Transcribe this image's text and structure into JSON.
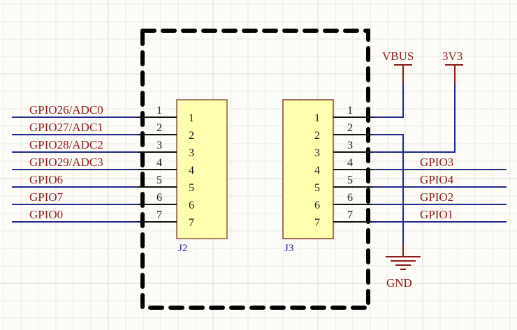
{
  "colors": {
    "background": "#fdfcf8",
    "grid_minor": "#ece9e2",
    "grid_major": "#dcd8d0",
    "wire": "#1f2a8a",
    "pin_line": "#111111",
    "component_fill": "#ffffb0",
    "component_border": "#8b5a3a",
    "net_label": "#8b1a1a",
    "designator": "#1f2a8a",
    "dashed_box": "#000000"
  },
  "components": [
    {
      "designator": "J2",
      "pins": [
        "1",
        "2",
        "3",
        "4",
        "5",
        "6",
        "7"
      ],
      "nets": [
        "GPIO26/ADC0",
        "GPIO27/ADC1",
        "GPIO28/ADC2",
        "GPIO29/ADC3",
        "GPIO6",
        "GPIO7",
        "GPIO0"
      ]
    },
    {
      "designator": "J3",
      "pins": [
        "1",
        "2",
        "3",
        "4",
        "5",
        "6",
        "7"
      ],
      "nets": [
        "VBUS",
        "GND",
        "3V3",
        "GPIO3",
        "GPIO4",
        "GPIO2",
        "GPIO1"
      ]
    }
  ],
  "j3_net_labels": [
    "",
    "",
    "",
    "GPIO3",
    "GPIO4",
    "GPIO2",
    "GPIO1"
  ],
  "power": {
    "vbus": "VBUS",
    "v3v3": "3V3",
    "gnd": "GND"
  }
}
